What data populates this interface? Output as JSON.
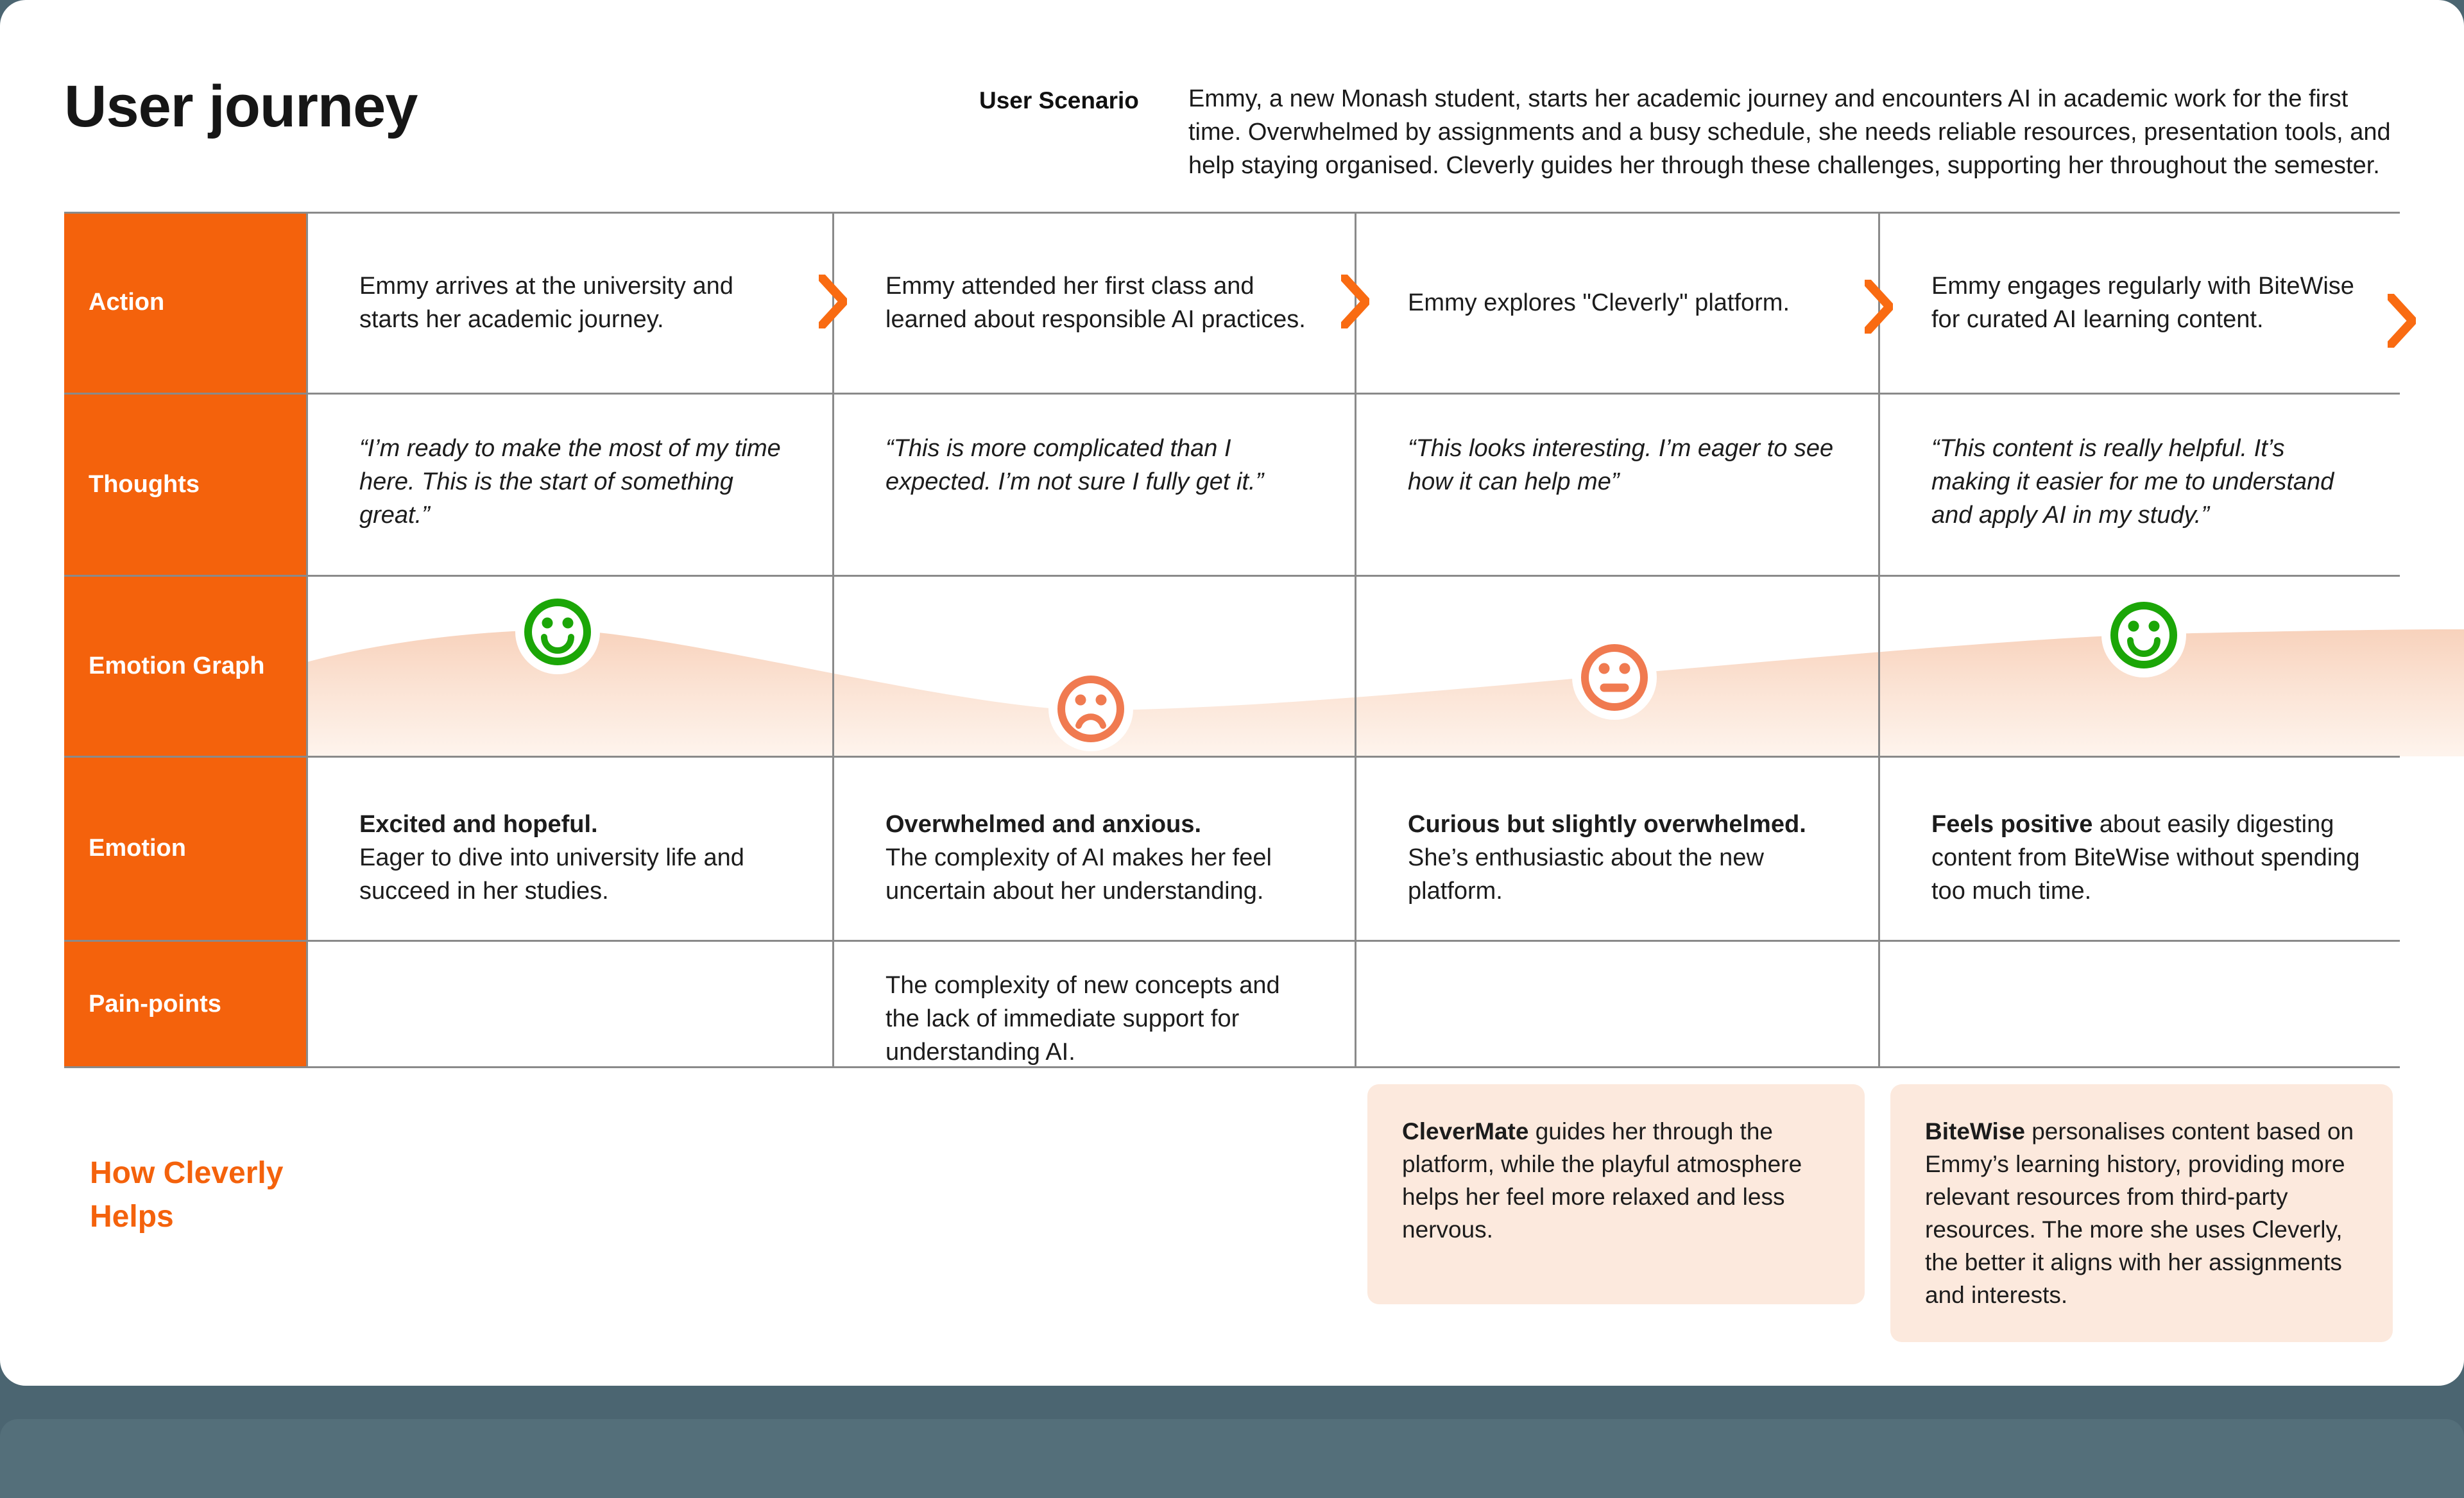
{
  "colors": {
    "accent_orange": "#F4620C",
    "chevron_orange": "#F96B12",
    "face_green": "#1BA607",
    "face_salmon": "#F07A50",
    "card_peach": "#FCE9DD",
    "wave_peach_top": "#F8D2BC",
    "footer_teal": "#4B6571",
    "grid_gray": "#8A8A8A"
  },
  "header": {
    "title": "User journey",
    "scenario_label": "User Scenario",
    "scenario_text": "Emmy, a new Monash student, starts her academic journey and encounters AI in academic work for the first time. Overwhelmed by assignments and a busy schedule, she needs reliable resources, presentation tools, and help staying organised. Cleverly guides her through these challenges, supporting her throughout the semester."
  },
  "rows": {
    "action": "Action",
    "thoughts": "Thoughts",
    "emotion_graph": "Emotion Graph",
    "emotion": "Emotion",
    "pain_points": "Pain-points"
  },
  "stages": [
    {
      "action": "Emmy arrives at the university and starts her academic journey.",
      "thought": "“I’m ready to make the most of my time here. This is the start of something great.”",
      "emotion_title": "Excited and hopeful.",
      "emotion_desc": "Eager to dive into university life and succeed in her studies.",
      "pain_point": "",
      "mood": "happy"
    },
    {
      "action": "Emmy attended her first class and learned about responsible AI practices.",
      "thought": "“This is more complicated than I expected. I’m not sure I fully get it.”",
      "emotion_title": "Overwhelmed and anxious.",
      "emotion_desc": "The complexity of AI makes her feel uncertain about her understanding.",
      "pain_point": "The complexity of new concepts and the lack of immediate support for understanding AI.",
      "mood": "sad"
    },
    {
      "action": "Emmy explores \"Cleverly\" platform.",
      "thought": "“This looks interesting. I’m eager to see how it can help me”",
      "emotion_title": "Curious but slightly overwhelmed.",
      "emotion_desc": "She’s enthusiastic about the new platform.",
      "pain_point": "",
      "mood": "neutral"
    },
    {
      "action": "Emmy engages regularly with BiteWise for curated AI learning content.",
      "thought": "“This content is really helpful. It’s making it easier for me to understand and apply AI in my study.”",
      "emotion_title": "Feels positive",
      "emotion_desc": "about easily digesting content from BiteWise without spending too much time.",
      "pain_point": "",
      "mood": "happy"
    }
  ],
  "how_helps": {
    "heading": "How Cleverly Helps",
    "cards": [
      {
        "highlight": "CleverMate",
        "text": "guides her through the platform, while the playful atmosphere helps her feel more relaxed and less nervous."
      },
      {
        "highlight": "BiteWise",
        "text": "personalises content based on Emmy’s learning history, providing more relevant resources from third-party resources. The more she uses Cleverly, the better it aligns with her assignments and interests."
      }
    ]
  }
}
